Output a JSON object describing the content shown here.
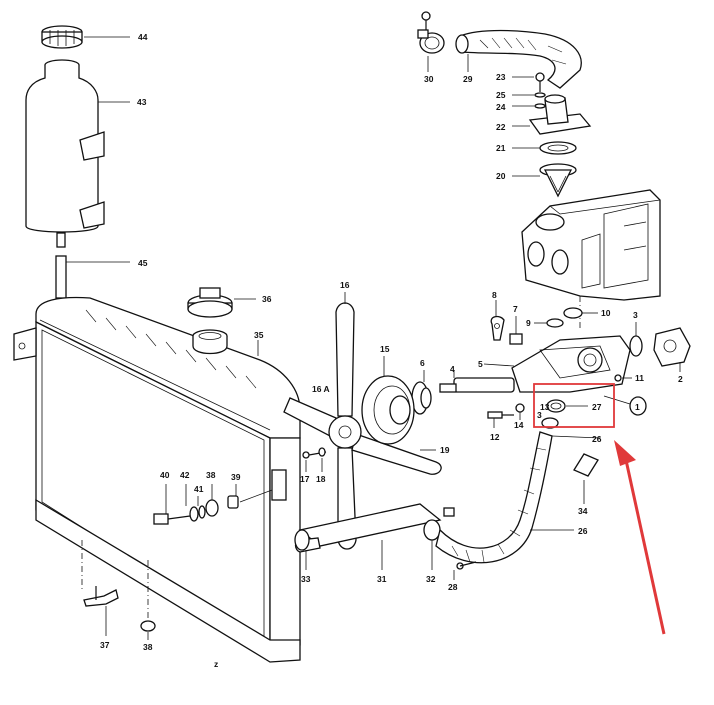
{
  "callouts": {
    "c44": "44",
    "c43": "43",
    "c45": "45",
    "c36": "36",
    "c35": "35",
    "c30": "30",
    "c29": "29",
    "c23": "23",
    "c25": "25",
    "c24": "24",
    "c22": "22",
    "c21": "21",
    "c20": "20",
    "c16": "16",
    "c16a": "16 A",
    "c15": "15",
    "c6": "6",
    "c4": "4",
    "c5": "5",
    "c8": "8",
    "c7": "7",
    "c9": "9",
    "c10": "10",
    "c3a": "3",
    "c2": "2",
    "c11": "11",
    "c1": "1",
    "c27": "27",
    "c3b": "3",
    "c26a": "26",
    "c14": "14",
    "c12": "12",
    "c13": "13",
    "c19": "19",
    "c17": "17",
    "c18": "18",
    "c40": "40",
    "c42": "42",
    "c41": "41",
    "c38a": "38",
    "c39": "39",
    "c34": "34",
    "c26b": "26",
    "c33": "33",
    "c31": "31",
    "c32": "32",
    "c28": "28",
    "c37": "37",
    "c38b": "38",
    "cz": "z"
  },
  "colors": {
    "highlight": "#e0393a",
    "ink": "#111111"
  }
}
